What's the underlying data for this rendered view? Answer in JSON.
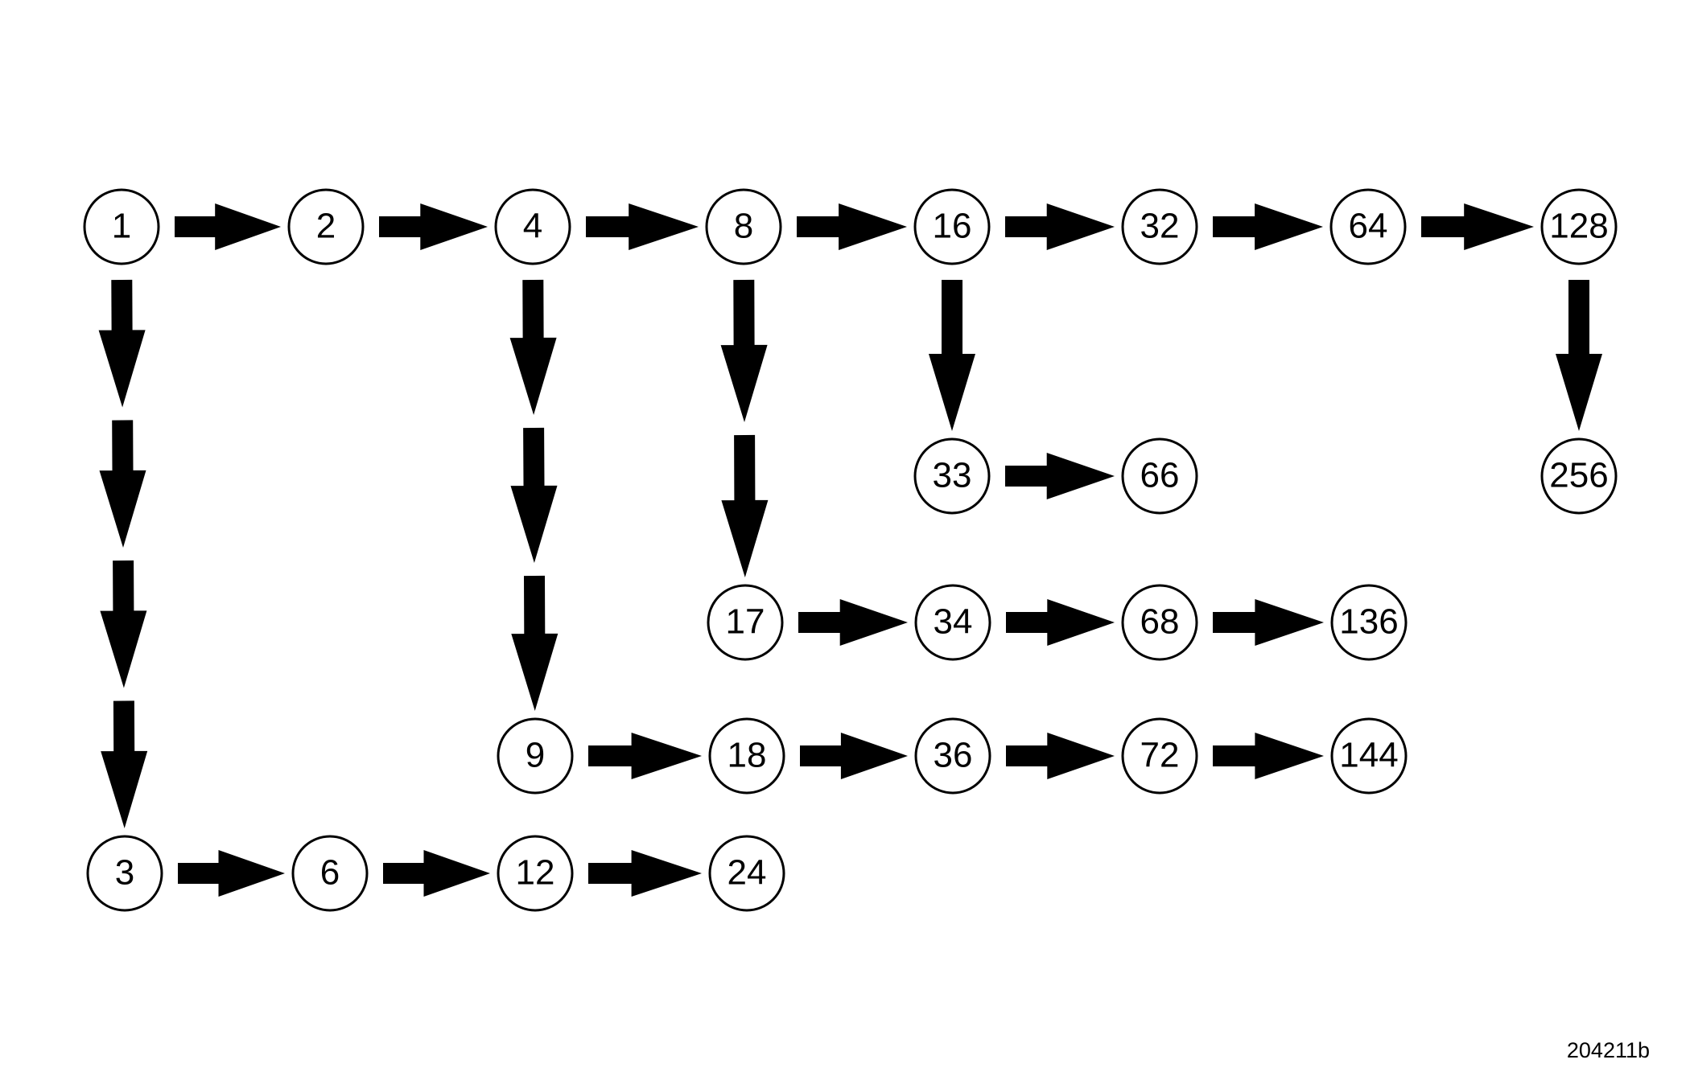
{
  "diagram": {
    "figure_id": "204211b",
    "colors": {
      "stroke": "#000000",
      "fill": "#ffffff",
      "arrow": "#000000"
    },
    "nodes": [
      {
        "id": "n1",
        "label": "1"
      },
      {
        "id": "n2",
        "label": "2"
      },
      {
        "id": "n4",
        "label": "4"
      },
      {
        "id": "n8",
        "label": "8"
      },
      {
        "id": "n16",
        "label": "16"
      },
      {
        "id": "n32",
        "label": "32"
      },
      {
        "id": "n64",
        "label": "64"
      },
      {
        "id": "n128",
        "label": "128"
      },
      {
        "id": "n33",
        "label": "33"
      },
      {
        "id": "n66",
        "label": "66"
      },
      {
        "id": "n256",
        "label": "256"
      },
      {
        "id": "n17",
        "label": "17"
      },
      {
        "id": "n34",
        "label": "34"
      },
      {
        "id": "n68",
        "label": "68"
      },
      {
        "id": "n136",
        "label": "136"
      },
      {
        "id": "n9",
        "label": "9"
      },
      {
        "id": "n18",
        "label": "18"
      },
      {
        "id": "n36",
        "label": "36"
      },
      {
        "id": "n72",
        "label": "72"
      },
      {
        "id": "n144",
        "label": "144"
      },
      {
        "id": "n3",
        "label": "3"
      },
      {
        "id": "n6",
        "label": "6"
      },
      {
        "id": "n12",
        "label": "12"
      },
      {
        "id": "n24",
        "label": "24"
      }
    ],
    "edges": [
      {
        "from": "n1",
        "to": "n2"
      },
      {
        "from": "n2",
        "to": "n4"
      },
      {
        "from": "n4",
        "to": "n8"
      },
      {
        "from": "n8",
        "to": "n16"
      },
      {
        "from": "n16",
        "to": "n32"
      },
      {
        "from": "n32",
        "to": "n64"
      },
      {
        "from": "n64",
        "to": "n128"
      },
      {
        "from": "n1",
        "to": "n3"
      },
      {
        "from": "n4",
        "to": "n9"
      },
      {
        "from": "n8",
        "to": "n17"
      },
      {
        "from": "n16",
        "to": "n33"
      },
      {
        "from": "n128",
        "to": "n256"
      },
      {
        "from": "n33",
        "to": "n66"
      },
      {
        "from": "n17",
        "to": "n34"
      },
      {
        "from": "n34",
        "to": "n68"
      },
      {
        "from": "n68",
        "to": "n136"
      },
      {
        "from": "n9",
        "to": "n18"
      },
      {
        "from": "n18",
        "to": "n36"
      },
      {
        "from": "n36",
        "to": "n72"
      },
      {
        "from": "n72",
        "to": "n144"
      },
      {
        "from": "n3",
        "to": "n6"
      },
      {
        "from": "n6",
        "to": "n12"
      },
      {
        "from": "n12",
        "to": "n24"
      }
    ]
  }
}
